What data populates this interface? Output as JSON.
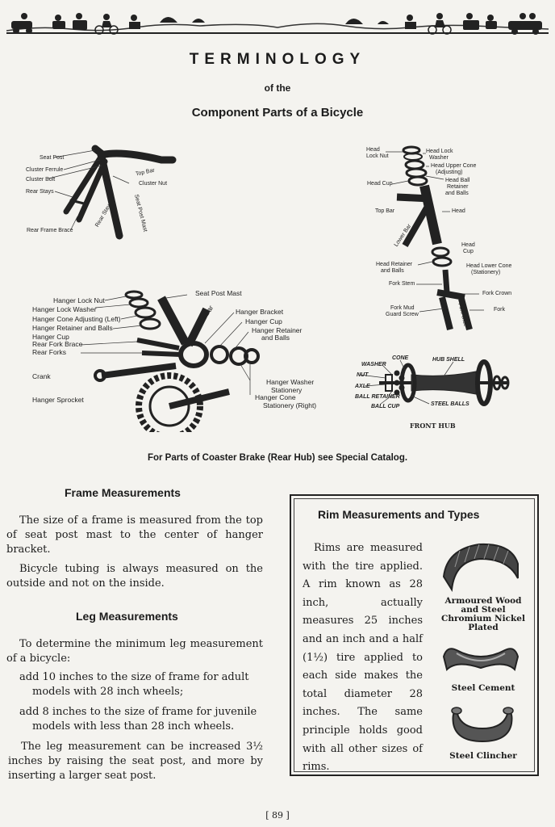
{
  "header": {
    "title": "TERMINOLOGY",
    "subtitle_line1": "of the",
    "subtitle_line2": "Component Parts of a Bicycle"
  },
  "diagram_frame_labels": [
    "Seat Post",
    "Cluster Ferrule",
    "Cluster Bolt",
    "Rear Stays",
    "Rear Frame Brace",
    "Top Bar",
    "Cluster Nut",
    "Rear Stays",
    "Seat Post Mast"
  ],
  "diagram_head_labels": [
    "Head",
    "Lock Nut",
    "Head Lock",
    "Washer",
    "Head Upper Cone",
    "(Adjusting)",
    "Head Ball",
    "Retainer",
    "and Balls",
    "Head Cup",
    "Top Bar",
    "Head",
    "Lower Bar",
    "Head",
    "Cup",
    "Head Retainer",
    "and Balls",
    "Head Lower Cone",
    "(Stationery)",
    "Fork Stem",
    "Fork Crown",
    "Fork Mud",
    "Guard Screw",
    "Fork",
    "Fork Side"
  ],
  "diagram_hanger_labels": [
    "Seat Post Mast",
    "Hanger Lock Nut",
    "Hanger Lock Washer",
    "Hanger Cone Adjusting (Left)",
    "Hanger Retainer and Balls",
    "Hanger Cup",
    "Rear Fork Brace",
    "Rear Forks",
    "Lower Bar",
    "Hanger Bracket",
    "Hanger Cup",
    "Hanger Retainer",
    "and Balls",
    "Crank",
    "Hanger Sprocket",
    "Hanger Washer",
    "Stationery",
    "Hanger Cone",
    "Stationery (Right)"
  ],
  "diagram_hub_labels": [
    "CONE",
    "WASHER",
    "NUT",
    "AXLE",
    "BALL RETAINER",
    "BALL CUP",
    "HUB SHELL",
    "STEEL BALLS",
    "FRONT HUB"
  ],
  "note": "For Parts of Coaster Brake (Rear Hub) see Special Catalog.",
  "frame": {
    "heading": "Frame Measurements",
    "p1": "The size of a frame is measured from the top of seat post mast to the center of hanger bracket.",
    "p2": "Bicycle tubing is always measured on the outside and not on the inside."
  },
  "leg": {
    "heading": "Leg Measurements",
    "p1": "To determine the minimum leg measurement of a bicycle:",
    "p2": "add 10 inches to the size of frame for adult models with 28 inch wheels;",
    "p3": "add 8 inches to the size of frame for juvenile models with less than 28 inch wheels.",
    "p4": "The leg measurement can be increased 3½ inches by raising the seat post, and more by inserting a larger seat post."
  },
  "rim": {
    "heading": "Rim Measurements and Types",
    "text": "Rims are measured with the tire applied. A rim known as 28 inch, actually measures 25 inches and an inch and a half (1½) tire applied to each side makes the total diameter 28 inches. The same principle holds good with all other sizes of rims.",
    "types": [
      {
        "name": "Armoured Wood and Steel Chromium Nickel Plated"
      },
      {
        "name": "Steel Cement"
      },
      {
        "name": "Steel Clincher"
      }
    ]
  },
  "footer": {
    "page_number": "[ 89 ]"
  }
}
